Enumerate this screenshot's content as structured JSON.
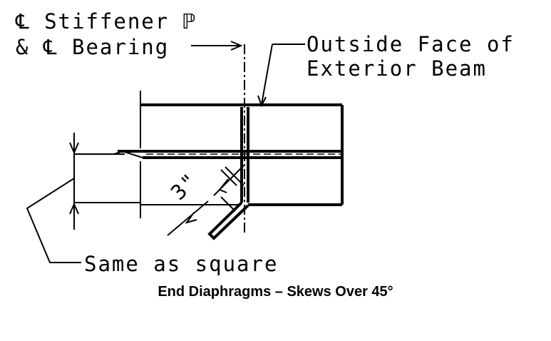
{
  "labels": {
    "cl_stiffener": "℄ Stiffener ℙ",
    "cl_bearing": "& ℄ Bearing",
    "outside_face_line1": "Outside Face of",
    "outside_face_line2": "Exterior Beam",
    "dimension": "3\"",
    "same_as_square": "Same as square"
  },
  "caption": "End Diaphragms – Skews Over 45°"
}
